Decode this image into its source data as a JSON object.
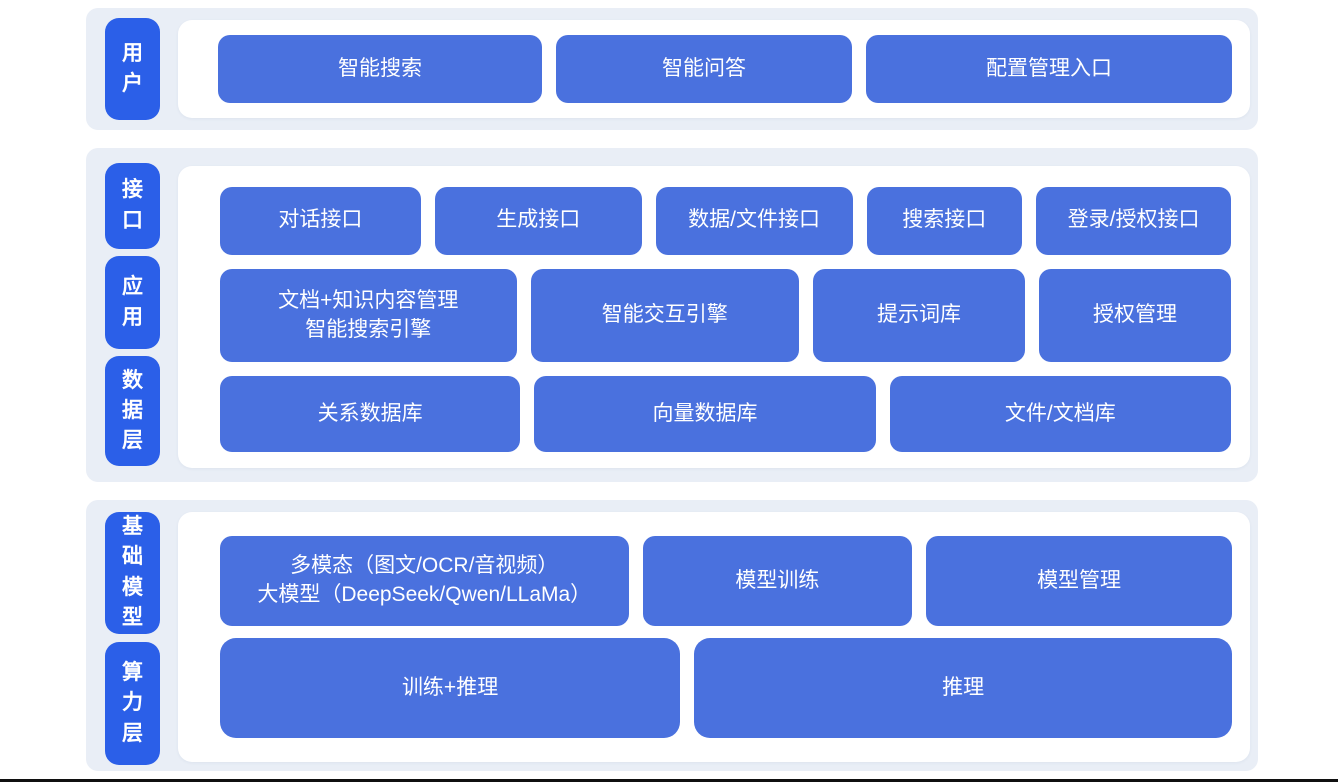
{
  "colors": {
    "band_bg": "#e9eef6",
    "panel_bg": "#ffffff",
    "pill_blue": "#2b5fe8",
    "block_blue": "#4a71de",
    "text_white": "#ffffff",
    "footer_line": "#101010"
  },
  "sections": [
    {
      "name": "user-layer",
      "labels": [
        {
          "text": "用户"
        }
      ],
      "rows": [
        {
          "blocks": [
            {
              "lines": [
                "智能搜索"
              ]
            },
            {
              "lines": [
                "智能问答"
              ]
            },
            {
              "lines": [
                "配置管理入口"
              ]
            }
          ]
        }
      ]
    },
    {
      "name": "interface-application-data-layers",
      "labels": [
        {
          "text": "接口"
        },
        {
          "text": "应用"
        },
        {
          "text": "数据层"
        }
      ],
      "rows": [
        {
          "blocks": [
            {
              "lines": [
                "对话接口"
              ]
            },
            {
              "lines": [
                "生成接口"
              ]
            },
            {
              "lines": [
                "数据/文件接口"
              ]
            },
            {
              "lines": [
                "搜索接口"
              ]
            },
            {
              "lines": [
                "登录/授权接口"
              ]
            }
          ]
        },
        {
          "blocks": [
            {
              "lines": [
                "文档+知识内容管理",
                "智能搜索引擎"
              ]
            },
            {
              "lines": [
                "智能交互引擎"
              ]
            },
            {
              "lines": [
                "提示词库"
              ]
            },
            {
              "lines": [
                "授权管理"
              ]
            }
          ]
        },
        {
          "blocks": [
            {
              "lines": [
                "关系数据库"
              ]
            },
            {
              "lines": [
                "向量数据库"
              ]
            },
            {
              "lines": [
                "文件/文档库"
              ]
            }
          ]
        }
      ]
    },
    {
      "name": "foundation-model-compute-layers",
      "labels": [
        {
          "text": "基础模型"
        },
        {
          "text": "算力层"
        }
      ],
      "rows": [
        {
          "blocks": [
            {
              "lines": [
                "多模态（图文/OCR/音视频）",
                "大模型（DeepSeek/Qwen/LLaMa）"
              ]
            },
            {
              "lines": [
                "模型训练"
              ]
            },
            {
              "lines": [
                "模型管理"
              ]
            }
          ]
        },
        {
          "blocks": [
            {
              "lines": [
                "训练+推理"
              ]
            },
            {
              "lines": [
                "推理"
              ]
            }
          ]
        }
      ]
    }
  ]
}
